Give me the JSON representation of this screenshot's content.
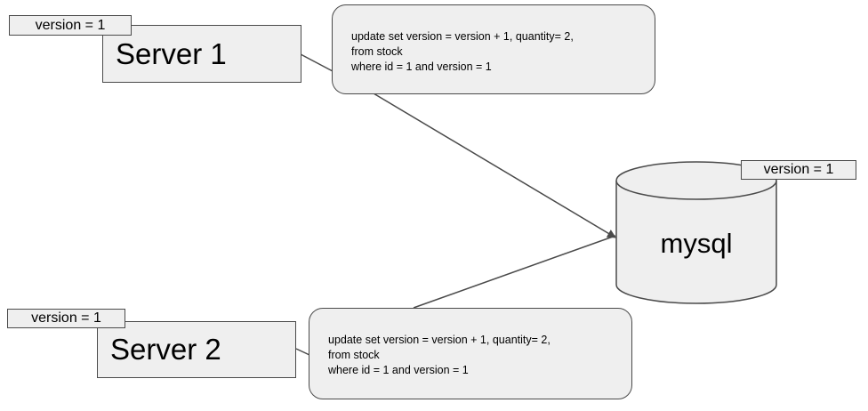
{
  "server1": {
    "name": "Server 1",
    "version_tag": "version = 1",
    "query": [
      "update set version = version + 1, quantity= 2,",
      "from stock",
      "where id = 1 and version = 1"
    ]
  },
  "server2": {
    "name": "Server 2",
    "version_tag": "version = 1",
    "query": [
      "update set version = version + 1, quantity= 2,",
      "from stock",
      "where id = 1 and version = 1"
    ]
  },
  "database": {
    "name": "mysql",
    "version_tag": "version = 1"
  },
  "colors": {
    "box_fill": "#efefef",
    "stroke": "#4a4a4a"
  }
}
